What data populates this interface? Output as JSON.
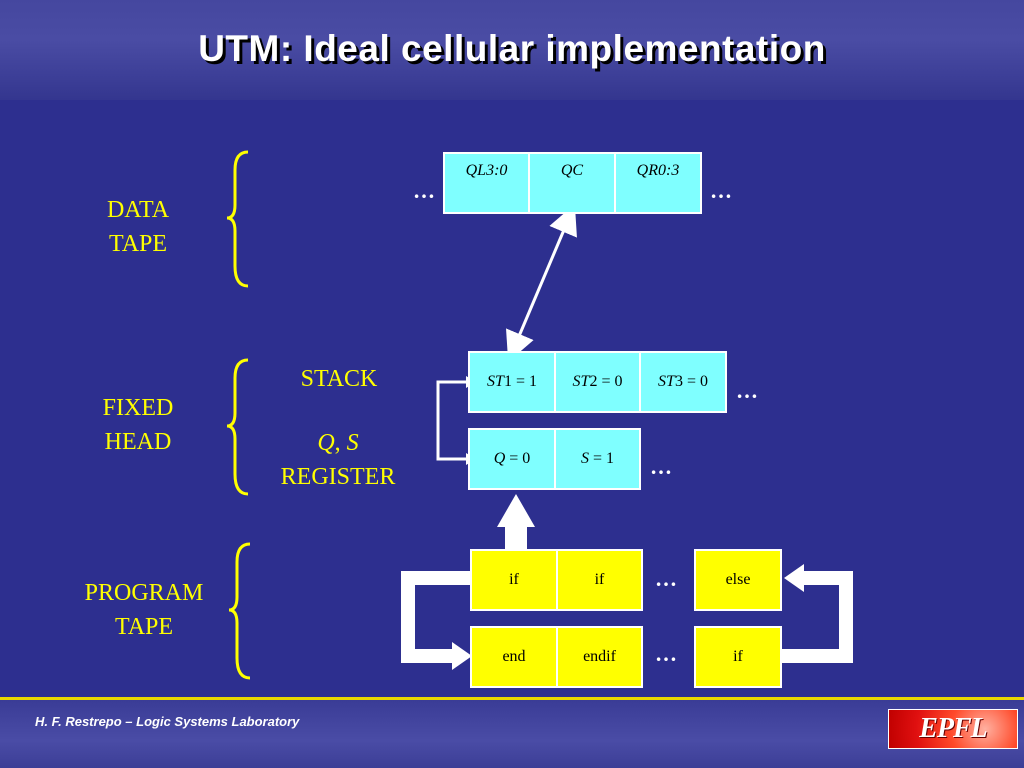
{
  "title": "UTM: Ideal cellular implementation",
  "sections": {
    "data_tape": [
      "DATA",
      "TAPE"
    ],
    "fixed_head": [
      "FIXED",
      "HEAD"
    ],
    "program_tape": [
      "PROGRAM",
      "TAPE"
    ]
  },
  "head_labels": {
    "stack": "STACK",
    "register_q": "Q",
    "register_sep": ", ",
    "register_s": "S",
    "register": "REGISTER"
  },
  "data_tape": {
    "cells": [
      {
        "var": "QL",
        "rest": "3:0"
      },
      {
        "var": "QC",
        "rest": ""
      },
      {
        "var": "QR",
        "rest": "0:3"
      }
    ]
  },
  "stack": {
    "cells": [
      {
        "var": "ST",
        "rest": "1 = 1"
      },
      {
        "var": "ST",
        "rest": "2 = 0"
      },
      {
        "var": "ST",
        "rest": "3 = 0"
      }
    ]
  },
  "register": {
    "cells": [
      {
        "var": "Q",
        "rest": " = 0"
      },
      {
        "var": "S",
        "rest": " = 1"
      }
    ]
  },
  "program": {
    "row1": [
      "if",
      "if"
    ],
    "row2": [
      "end",
      "endif"
    ],
    "row1_right": "else",
    "row2_right": "if"
  },
  "ellipsis": "…",
  "footer": "H. F. Restrepo – Logic Systems Laboratory",
  "logo_text": "EPFL",
  "colors": {
    "background": "#2d2f8f",
    "label": "#ffff00",
    "cell_cyan": "#7fffff",
    "cell_yellow": "#ffff00",
    "arrow": "#ffffff"
  }
}
